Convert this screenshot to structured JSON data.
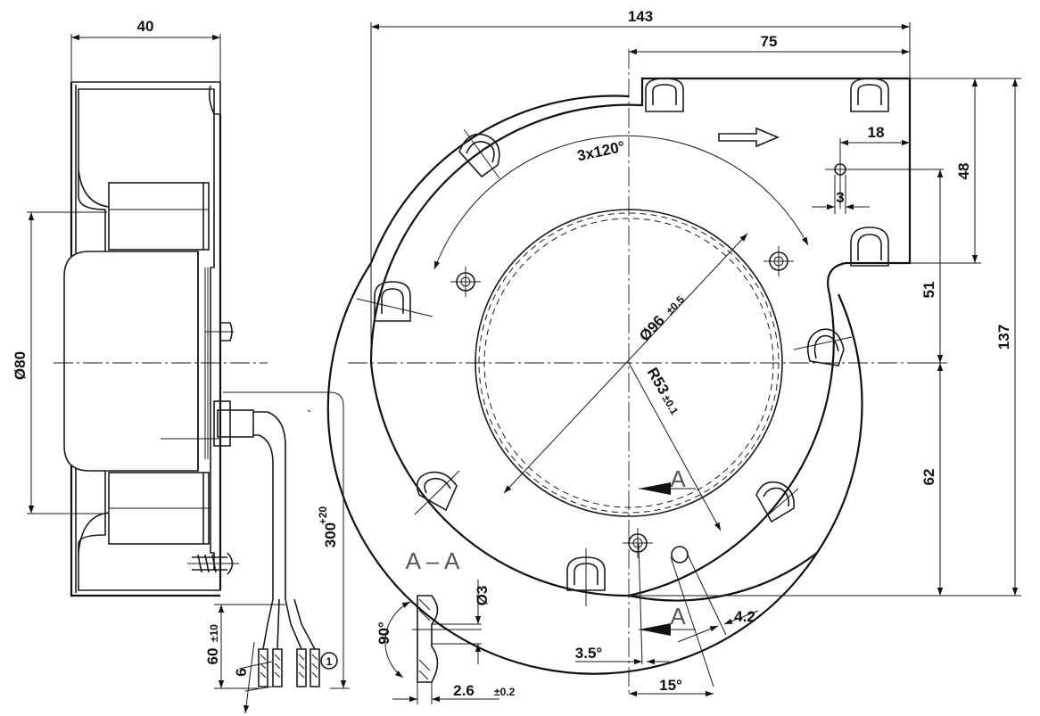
{
  "dimensions": {
    "width_side": "40",
    "diameter_80": "Ø80",
    "cable_length": "300",
    "cable_length_tol": "+20",
    "lead_length": "60",
    "lead_length_tol": "±10",
    "strip_length": "6",
    "note_marker": "1",
    "overall_width": "143",
    "half_width": "75",
    "hole_offset_x": "18",
    "hole_dia": "3",
    "hole_offset_y": "48",
    "outlet_height": "51",
    "overall_height": "137",
    "lower_height": "62",
    "pitch": "3x120°",
    "bore_dia": "Ø96",
    "bore_dia_tol": "±0.5",
    "radius": "R53",
    "radius_tol": "±0.1",
    "angle_3_5": "3.5°",
    "angle_15": "15°",
    "slot_width": "4.2",
    "section_marker": "A",
    "section_title": "A – A",
    "section_angle": "90°",
    "section_hole": "Ø3",
    "section_thickness": "2.6",
    "section_thickness_tol": "±0.2"
  }
}
